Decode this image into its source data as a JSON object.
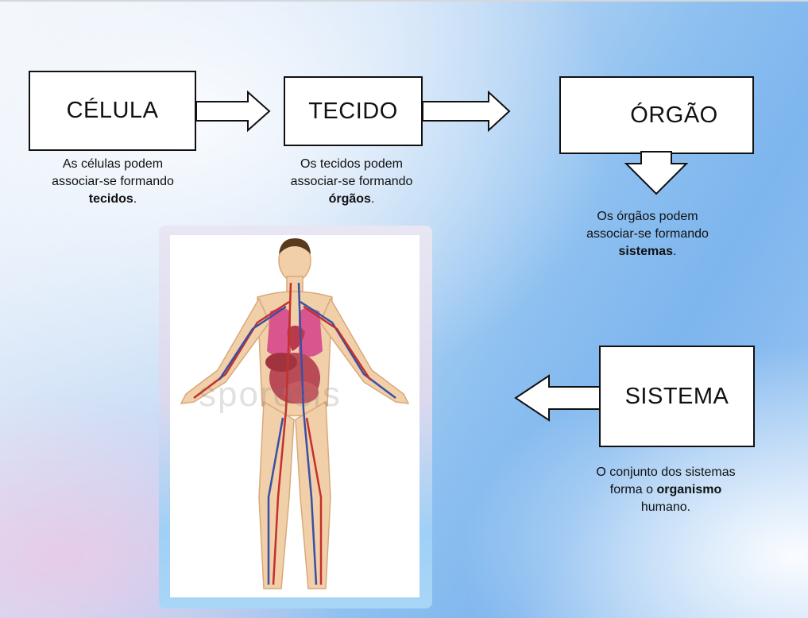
{
  "steps": {
    "celula": {
      "title": "CÉLULA",
      "caption_line1": "As células podem",
      "caption_line2": "associar-se formando",
      "caption_bold": "tecidos",
      "caption_end": "."
    },
    "tecido": {
      "title": "TECIDO",
      "caption_line1": "Os tecidos podem",
      "caption_line2": "associar-se formando",
      "caption_bold": "órgãos",
      "caption_end": "."
    },
    "orgao": {
      "title": "ÓRGÃO",
      "caption_line1": "Os órgãos podem",
      "caption_line2": "associar-se formando",
      "caption_bold": "sistemas",
      "caption_end": "."
    },
    "sistema": {
      "title": "SISTEMA",
      "caption_line1": "O conjunto dos sistemas",
      "caption_pre": "forma o ",
      "caption_bold": "organismo",
      "caption_line3": "humano."
    }
  },
  "illustration": {
    "icon": "human-body-anatomy-icon",
    "watermark": "sporosis"
  },
  "colors": {
    "box_fill": "#ffffff",
    "outline": "#111111",
    "lung": "#d9558e",
    "vein": "#3a4fa6",
    "artery": "#c4302b",
    "skin": "#f0c9a0"
  }
}
